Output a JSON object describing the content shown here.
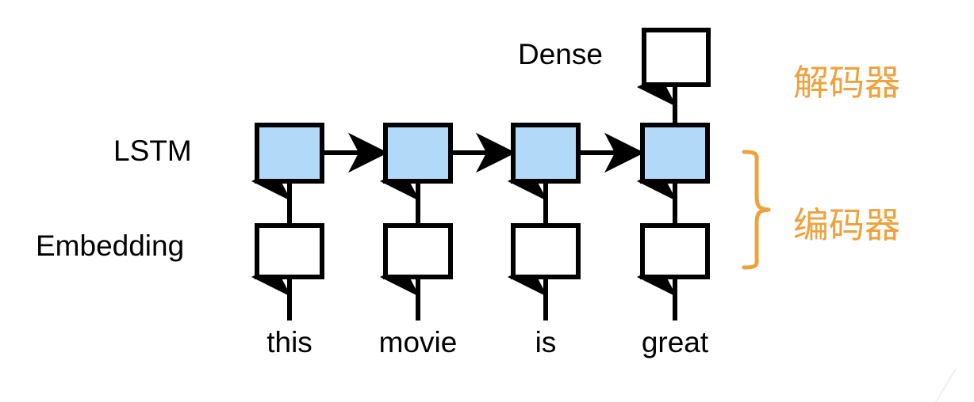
{
  "diagram": {
    "type": "neural-network-architecture",
    "title_text_present": false,
    "row_labels": {
      "dense": "Dense",
      "lstm": "LSTM",
      "embedding": "Embedding"
    },
    "group_labels": {
      "decoder": "解码器",
      "encoder": "编码器"
    },
    "tokens": [
      "this",
      "movie",
      "is",
      "great"
    ],
    "colors": {
      "lstm_fill": "#b3d9f8",
      "embedding_fill": "#ffffff",
      "dense_fill": "#ffffff",
      "stroke": "#000000",
      "group_accent": "#efa13c",
      "background": "#ffffff"
    },
    "layers": [
      {
        "name": "dense",
        "label": "Dense",
        "box_count": 1,
        "filled": false,
        "group": "解码器"
      },
      {
        "name": "lstm",
        "label": "LSTM",
        "box_count": 4,
        "filled": true,
        "recurrent": true,
        "group": "编码器"
      },
      {
        "name": "embedding",
        "label": "Embedding",
        "box_count": 4,
        "filled": false,
        "group": "编码器"
      }
    ],
    "connections": {
      "token_to_embedding": "up-arrow",
      "embedding_to_lstm": "up-arrow",
      "lstm_to_lstm": "right-arrow",
      "last_lstm_to_dense": "up-arrow"
    }
  }
}
